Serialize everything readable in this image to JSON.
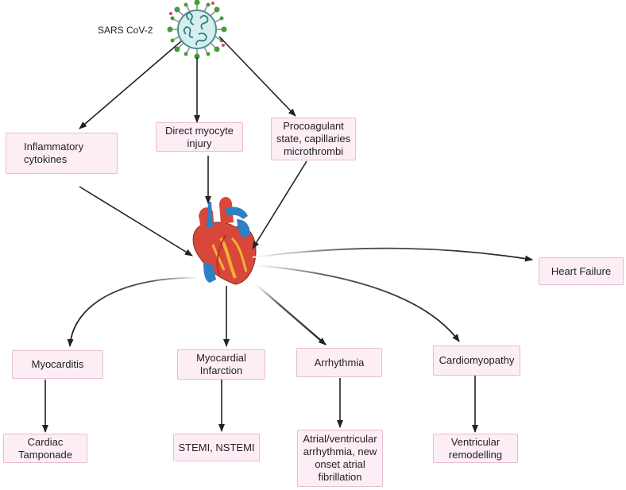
{
  "virus": {
    "label": "SARS CoV-2",
    "icon": "coronavirus-icon"
  },
  "causes": {
    "inflammatory": "Inflammatory\ncytokines",
    "direct": "Direct  myocyte\ninjury",
    "procoagulant": "Procoagulant\nstate, capillaries\nmicrothrombi"
  },
  "heart": {
    "icon": "heart-icon"
  },
  "outcomes": {
    "heart_failure": "Heart Failure",
    "myocarditis": "Myocarditis",
    "infarction": "Myocardial\nInfarction",
    "arrhythmia": "Arrhythmia",
    "cardiomyopathy": "Cardiomyopathy"
  },
  "consequences": {
    "tamponade": "Cardiac\nTamponade",
    "stemi": "STEMI, NSTEMI",
    "atrial": "Atrial/ventricular\narrhythmia, new\nonset atrial\nfibrillation",
    "remodelling": "Ventricular\nremodelling"
  },
  "colors": {
    "box_fill": "#fdeef6",
    "box_border": "#e7bcd3",
    "arrow": "#222222",
    "virus_body": "#d6efee",
    "virus_spike": "#4a9a3d",
    "heart_red": "#d9473a",
    "heart_blue": "#2f7fc4",
    "heart_yellow": "#f2b233"
  }
}
